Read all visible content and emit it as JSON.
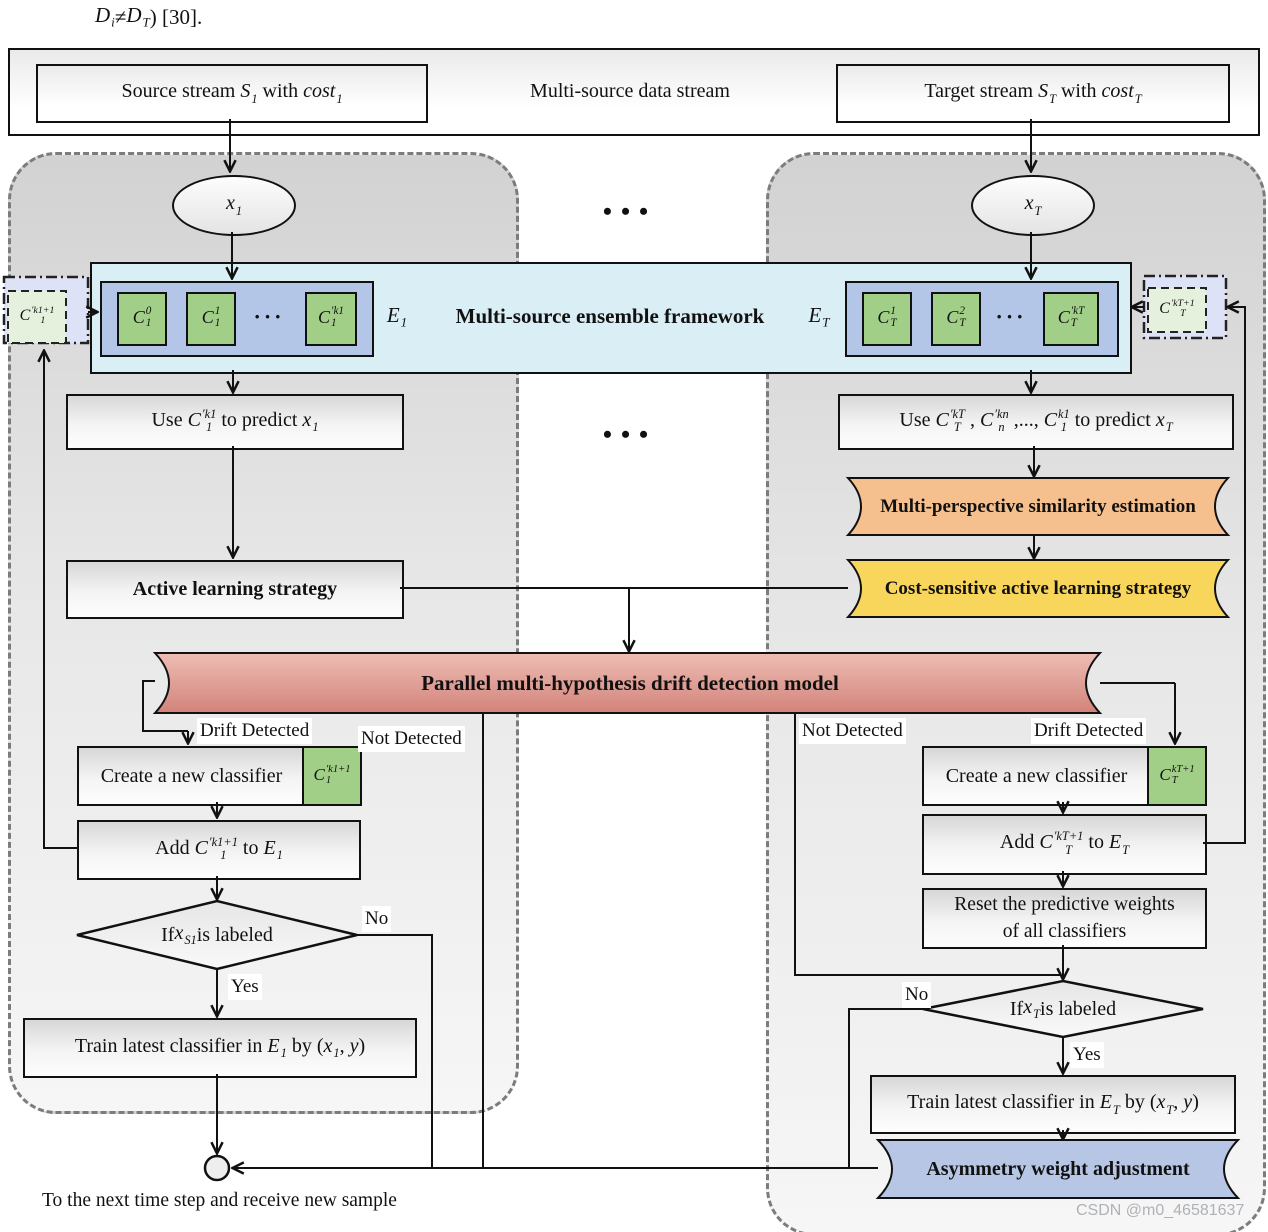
{
  "note": [
    {
      "b": "D",
      "sub": "i"
    },
    {
      "t": " ≠ "
    },
    {
      "b": "D",
      "sub": "T"
    },
    {
      "t": ") [30]."
    }
  ],
  "header": {
    "source": [
      {
        "t": "Source stream "
      },
      {
        "b": "S",
        "sub": "1"
      },
      {
        "t": " with "
      },
      {
        "b": "cost",
        "sub": "1"
      }
    ],
    "center": "Multi-source data stream",
    "target": [
      {
        "t": "Target stream "
      },
      {
        "b": "S",
        "sub": "T"
      },
      {
        "t": " with "
      },
      {
        "b": "cost",
        "sub": "T"
      }
    ]
  },
  "streams": {
    "x1": [
      {
        "b": "x",
        "sub": "1"
      }
    ],
    "xT": [
      {
        "b": "x",
        "sub": "T"
      }
    ]
  },
  "dots": {
    "mid": "•••",
    "sub": "···"
  },
  "ensemble": {
    "title": "Multi-source ensemble framework",
    "e1": [
      {
        "b": "E",
        "sub": "1"
      }
    ],
    "eT": [
      {
        "b": "E",
        "sub": "T"
      }
    ],
    "left": [
      [
        {
          "b": "C",
          "sub": "1",
          "sup": "0"
        }
      ],
      [
        {
          "b": "C",
          "sub": "1",
          "sup": "1"
        }
      ],
      [
        {
          "b": "C",
          "sub": "1",
          "sup": "′k1"
        }
      ]
    ],
    "right": [
      [
        {
          "b": "C",
          "sub": "T",
          "sup": "1"
        }
      ],
      [
        {
          "b": "C",
          "sub": "T",
          "sup": "2"
        }
      ],
      [
        {
          "b": "C",
          "sub": "T",
          "sup": "′kT"
        }
      ]
    ],
    "left_new": [
      {
        "b": "C",
        "sub": "1",
        "sup": "′k1+1"
      }
    ],
    "right_new": [
      {
        "b": "C",
        "sub": "T",
        "sup": "′kT+1"
      }
    ]
  },
  "predict": {
    "left": [
      {
        "t": "Use  "
      },
      {
        "b": "C",
        "sub": "1",
        "sup": "′k1"
      },
      {
        "t": " to predict "
      },
      {
        "b": "x",
        "sub": "1"
      }
    ],
    "right": [
      {
        "t": "Use   "
      },
      {
        "b": "C",
        "sub": "T",
        "sup": "′kT"
      },
      {
        "t": " , "
      },
      {
        "b": "C",
        "sub": "n",
        "sup": "′kn"
      },
      {
        "t": " ,..., "
      },
      {
        "b": "C",
        "sub": "1",
        "sup": "k1"
      },
      {
        "t": "   to predict "
      },
      {
        "b": "x",
        "sub": "T"
      }
    ]
  },
  "strategies": {
    "active": "Active learning strategy",
    "similarity": "Multi-perspective similarity estimation",
    "cost_sensitive": "Cost-sensitive active learning strategy",
    "drift_model": "Parallel multi-hypothesis drift detection model"
  },
  "left_branch": {
    "drift": "Drift Detected",
    "not_detected": "Not Detected",
    "create": "Create a new classifier",
    "new_clf": [
      {
        "b": "C",
        "sub": "1",
        "sup": "′k1+1"
      }
    ],
    "add": [
      {
        "t": "Add  "
      },
      {
        "b": "C",
        "sub": "1",
        "sup": "′k1+1"
      },
      {
        "t": "  to "
      },
      {
        "b": "E",
        "sub": "1"
      }
    ],
    "cond": [
      {
        "t": "If "
      },
      {
        "b": "x",
        "sub": "S1"
      },
      {
        "t": " is labeled"
      }
    ],
    "yes": "Yes",
    "no": "No",
    "train": [
      {
        "t": "Train latest classifier in "
      },
      {
        "b": "E",
        "sub": "1"
      },
      {
        "t": " by ("
      },
      {
        "b": "x",
        "sub": "1"
      },
      {
        "t": ", "
      },
      {
        "b": "y"
      },
      {
        "t": ")"
      }
    ]
  },
  "right_branch": {
    "not_detected": "Not Detected",
    "drift": "Drift Detected",
    "create": "Create a new classifier",
    "new_clf": [
      {
        "b": "C",
        "sub": "T",
        "sup": "kT+1"
      }
    ],
    "add": [
      {
        "t": "Add  "
      },
      {
        "b": "C",
        "sub": "T",
        "sup": "′kT+1"
      },
      {
        "t": " to "
      },
      {
        "b": "E",
        "sub": "T"
      }
    ],
    "reset1": "Reset the predictive weights",
    "reset2": "of all classifiers",
    "cond": [
      {
        "t": "If "
      },
      {
        "b": "x",
        "sub": "T"
      },
      {
        "t": " is labeled"
      }
    ],
    "yes": "Yes",
    "no": "No",
    "train": [
      {
        "t": "Train latest classifier in "
      },
      {
        "b": "E",
        "sub": "T"
      },
      {
        "t": " by ("
      },
      {
        "b": "x",
        "sub": "T"
      },
      {
        "t": ", "
      },
      {
        "b": "y"
      },
      {
        "t": ")"
      }
    ],
    "asymmetry": "Asymmetry weight adjustment"
  },
  "footer": {
    "next_step": "To the next time step and receive new sample",
    "watermark": "CSDN @m0_46581637"
  },
  "colors": {
    "classifier_green": "#a2cf87",
    "new_classifier_green": "#e6f1dd",
    "ensemble_blue": "#b4c6e7",
    "framework_band": "#daeef5",
    "pending_lavender": "#dde2f6",
    "similarity_orange": "#f5bf8e",
    "cost_yellow": "#f8d65c",
    "drift_red": "#d2837a",
    "asymmetry_blue": "#b6c6e4"
  }
}
